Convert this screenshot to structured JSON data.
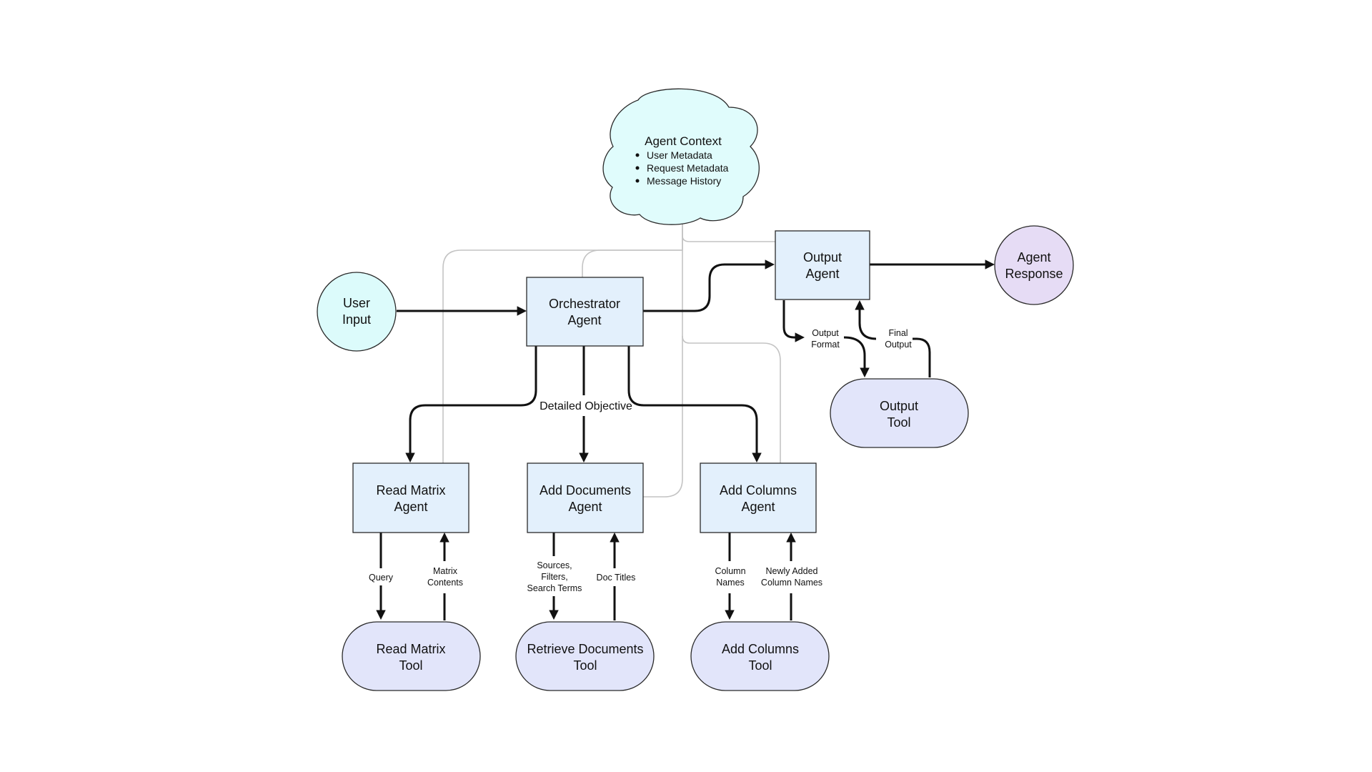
{
  "context": {
    "title": "Agent Context",
    "items": [
      "User Metadata",
      "Request Metadata",
      "Message History"
    ]
  },
  "nodes": {
    "user_input": [
      "User",
      "Input"
    ],
    "orchestrator": [
      "Orchestrator",
      "Agent"
    ],
    "output_agent": [
      "Output",
      "Agent"
    ],
    "agent_response": [
      "Agent",
      "Response"
    ],
    "output_tool": [
      "Output",
      "Tool"
    ],
    "read_matrix_agent": [
      "Read Matrix",
      "Agent"
    ],
    "add_documents_agent": [
      "Add Documents",
      "Agent"
    ],
    "add_columns_agent": [
      "Add Columns",
      "Agent"
    ],
    "read_matrix_tool": [
      "Read Matrix",
      "Tool"
    ],
    "retrieve_documents_tool": [
      "Retrieve Documents",
      "Tool"
    ],
    "add_columns_tool": [
      "Add Columns",
      "Tool"
    ]
  },
  "edge_labels": {
    "detailed_objective": "Detailed Objective",
    "output_format": [
      "Output",
      "Format"
    ],
    "final_output": [
      "Final",
      "Output"
    ],
    "query": "Query",
    "matrix_contents": [
      "Matrix",
      "Contents"
    ],
    "sources_filters": [
      "Sources,",
      "Filters,",
      "Search Terms"
    ],
    "doc_titles": "Doc Titles",
    "column_names": [
      "Column",
      "Names"
    ],
    "newly_added": [
      "Newly Added",
      "Column Names"
    ]
  },
  "colors": {
    "agent_box": "#e3f0fc",
    "tool_pill": "#e2e5fa",
    "user_input": "#dcfbfb",
    "agent_response": "#e6dcf5",
    "context_cloud": "#e0fcfc",
    "context_lines": "#c4c4c4"
  }
}
